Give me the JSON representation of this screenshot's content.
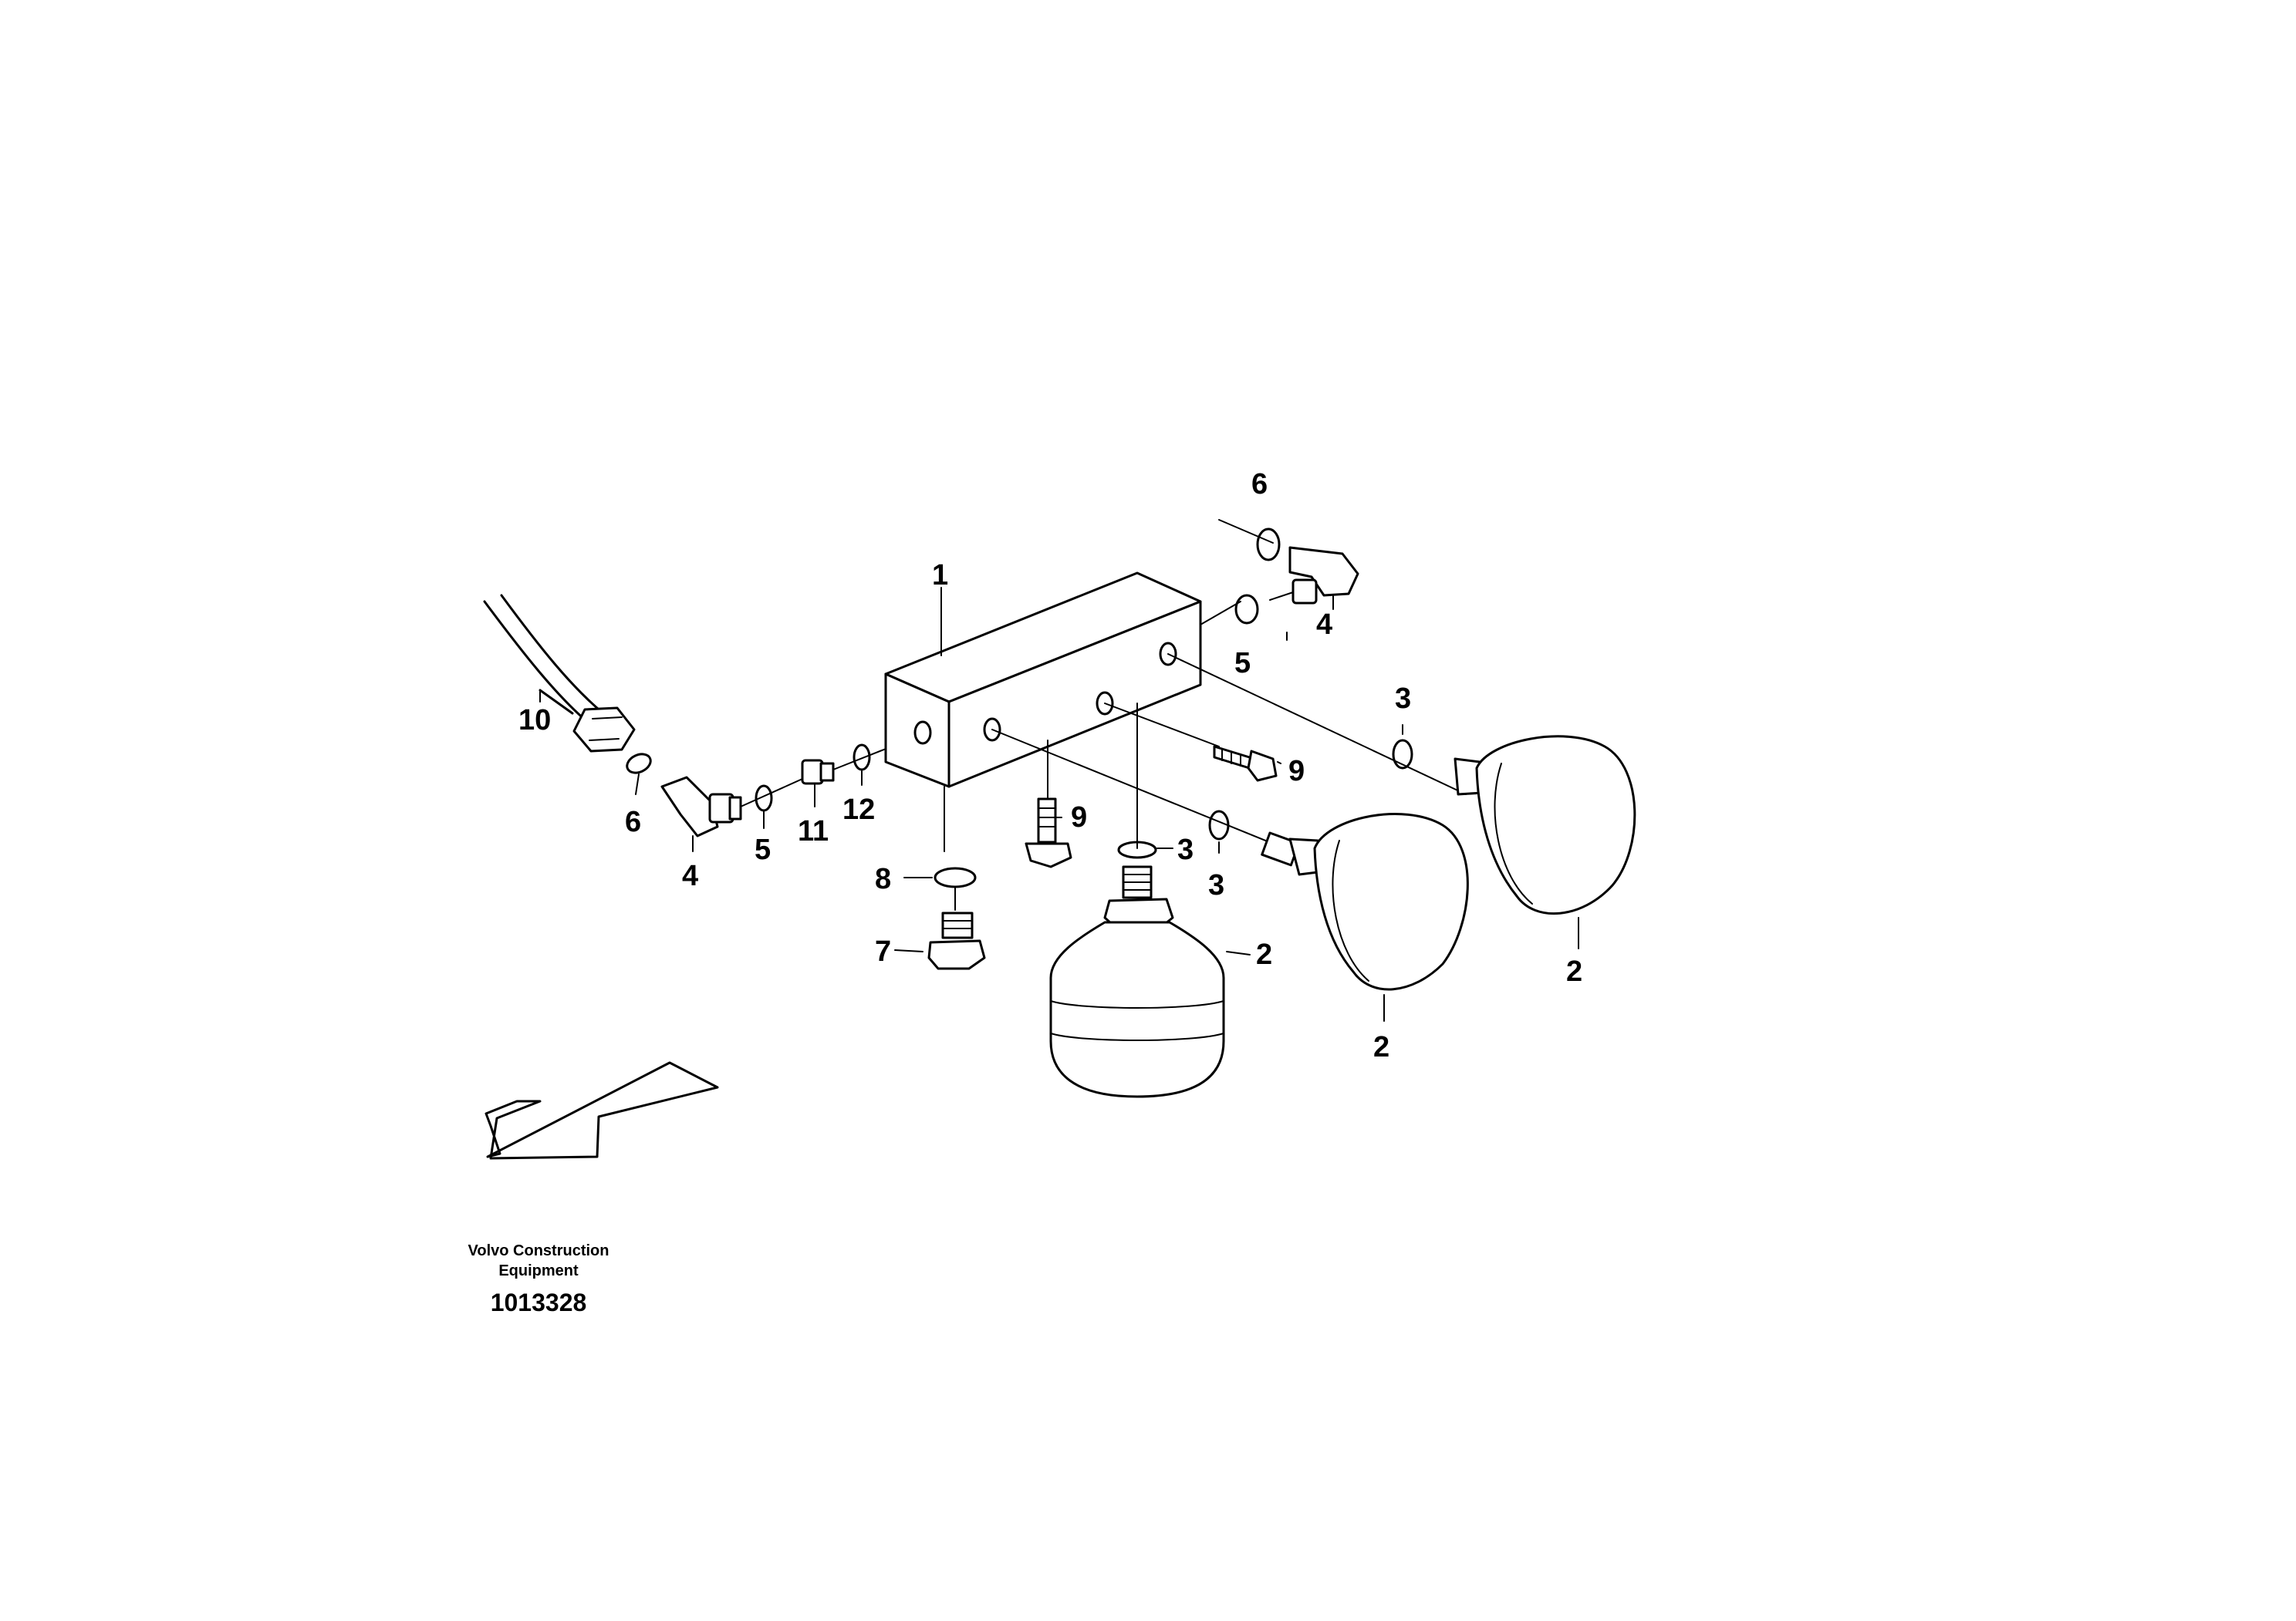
{
  "diagram": {
    "callouts": {
      "c1": "1",
      "c2a": "2",
      "c2b": "2",
      "c2c": "2",
      "c3a": "3",
      "c3b": "3",
      "c3c": "3",
      "c4a": "4",
      "c4b": "4",
      "c5a": "5",
      "c5b": "5",
      "c6a": "6",
      "c6b": "6",
      "c7": "7",
      "c8": "8",
      "c9a": "9",
      "c9b": "9",
      "c10": "10",
      "c11": "11",
      "c12": "12"
    },
    "caption": {
      "line1": "Volvo Construction",
      "line2": "Equipment",
      "number": "1013328"
    }
  }
}
